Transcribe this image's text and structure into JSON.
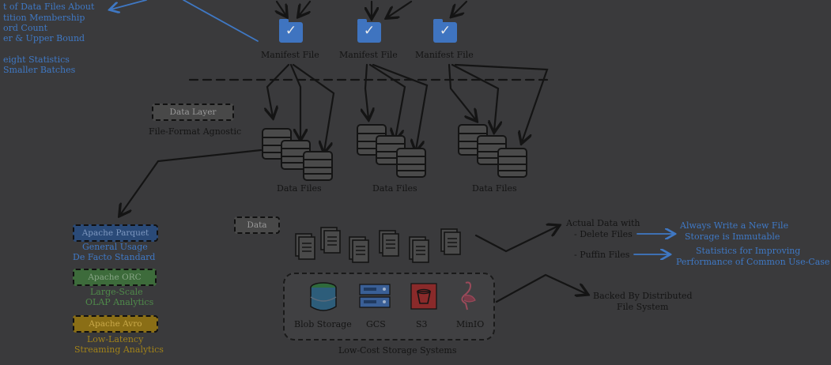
{
  "top_left_notes": {
    "line1": "t of Data Files About",
    "line2": "tition Membership",
    "line3": "ord Count",
    "line4": "er & Upper Bound",
    "line5": "eight Statistics",
    "line6": "Smaller Batches"
  },
  "manifests": [
    {
      "label": "Manifest File"
    },
    {
      "label": "Manifest File"
    },
    {
      "label": "Manifest File"
    }
  ],
  "data_layer": {
    "badge": "Data Layer",
    "subtitle": "File-Format Agnostic"
  },
  "data_files": [
    {
      "label": "Data Files"
    },
    {
      "label": "Data Files"
    },
    {
      "label": "Data Files"
    }
  ],
  "formats": {
    "parquet": {
      "badge": "Apache Parquet",
      "line1": "General Usage",
      "line2": "De Facto Standard"
    },
    "orc": {
      "badge": "Apache ORC",
      "line1": "Large-Scale",
      "line2": "OLAP Analytics"
    },
    "avro": {
      "badge": "Apache Avro",
      "line1": "Low-Latency",
      "line2": "Streaming Analytics"
    }
  },
  "data_badge": "Data",
  "actual_data": {
    "title": "Actual Data with",
    "delete_files": "- Delete Files",
    "puffin_files": "- Puffin Files",
    "delete_note1": "Always Write a New File",
    "delete_note2": "Storage is Immutable",
    "puffin_note1": "Statistics for Improving",
    "puffin_note2": "Performance of Common Use-Case"
  },
  "storage": {
    "items": [
      {
        "label": "Blob Storage",
        "icon": "blob-storage-icon"
      },
      {
        "label": "GCS",
        "icon": "gcs-icon"
      },
      {
        "label": "S3",
        "icon": "s3-bucket-icon"
      },
      {
        "label": "MinIO",
        "icon": "minio-flamingo-icon"
      }
    ],
    "caption": "Low-Cost Storage Systems",
    "backed_line1": "Backed By Distributed",
    "backed_line2": "File System"
  },
  "colors": {
    "background": "#3a3a3c",
    "annotation_blue": "#3f78c4",
    "ink": "#141414",
    "parquet": "#2a4a78",
    "orc": "#3d6b3b",
    "avro": "#8a6e16"
  }
}
